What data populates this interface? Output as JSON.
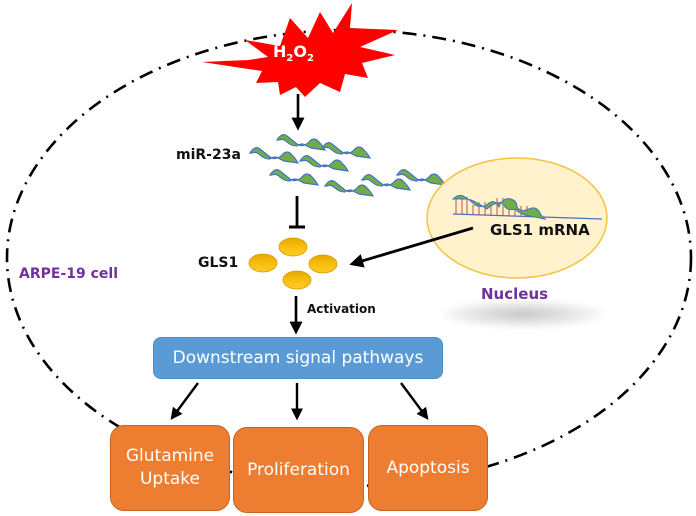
{
  "title": "miR-23a / GLS1 signaling in ARPE-19 cells under oxidative stress",
  "stimulus": {
    "label_main": "H",
    "sub1": "2",
    "mid": "O",
    "sub2": "2",
    "color": "#FF0000"
  },
  "cell": {
    "label": "ARPE-19 cell",
    "label_color": "#7030A0"
  },
  "mirna": {
    "label": "miR-23a",
    "colors": {
      "fill": "#70AD47",
      "stroke": "#4472C4"
    }
  },
  "nucleus": {
    "label": "Nucleus",
    "label_color": "#7030A0",
    "fill": "#FFF2CC",
    "stroke": "#F5C242",
    "mrna_label": "GLS1 mRNA"
  },
  "protein": {
    "label": "GLS1",
    "color": "#F5B800"
  },
  "arrows": {
    "activation_label": "Activation"
  },
  "pathway": {
    "label": "Downstream signal pathways",
    "color": "#5B9BD5"
  },
  "outcomes": [
    {
      "line1": "Glutamine",
      "line2": "Uptake"
    },
    {
      "line1": "Proliferation",
      "line2": ""
    },
    {
      "line1": "Apoptosis",
      "line2": ""
    }
  ],
  "outcome_color": "#ED7D31"
}
